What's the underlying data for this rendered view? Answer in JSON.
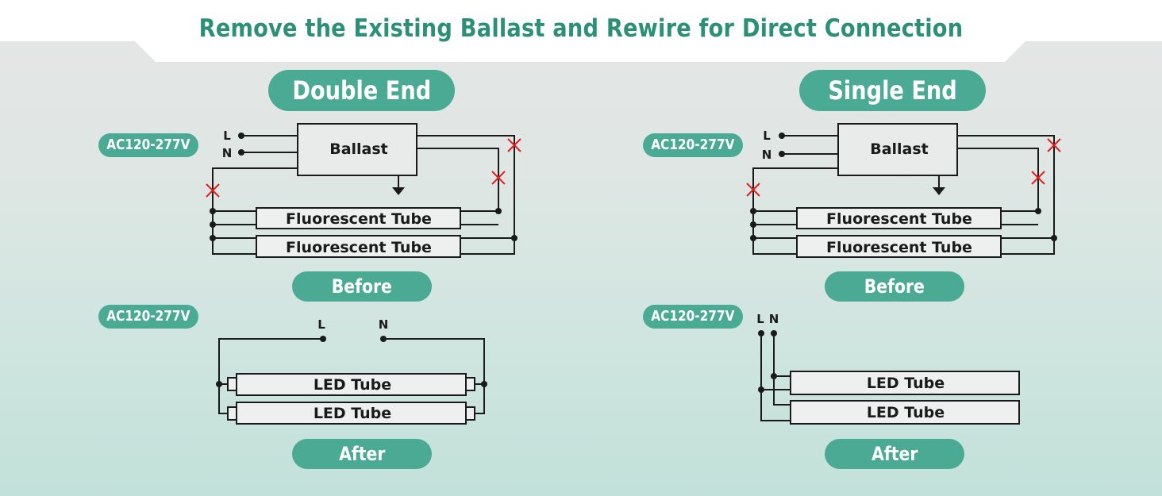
{
  "title": "Remove the Existing Ballast and Rewire for Direct Connection",
  "sections": {
    "double_end": {
      "heading": "Double End",
      "voltage": "AC120-277V",
      "before": {
        "l_label": "L",
        "n_label": "N",
        "ballast": "Ballast",
        "tube1": "Fluorescent Tube",
        "tube2": "Fluorescent Tube",
        "caption": "Before"
      },
      "after": {
        "voltage": "AC120-277V",
        "l_label": "L",
        "n_label": "N",
        "tube1": "LED Tube",
        "tube2": "LED Tube",
        "caption": "After"
      }
    },
    "single_end": {
      "heading": "Single End",
      "voltage": "AC120-277V",
      "before": {
        "l_label": "L",
        "n_label": "N",
        "ballast": "Ballast",
        "tube1": "Fluorescent Tube",
        "tube2": "Fluorescent Tube",
        "caption": "Before"
      },
      "after": {
        "voltage": "AC120-277V",
        "l_label": "L",
        "n_label": "N",
        "tube1": "LED Tube",
        "tube2": "LED Tube",
        "caption": "After"
      }
    }
  },
  "colors": {
    "accent": "#4aaa93",
    "title": "#2b9077",
    "wire": "#1a1a1a",
    "cut_mark": "#e02020"
  }
}
